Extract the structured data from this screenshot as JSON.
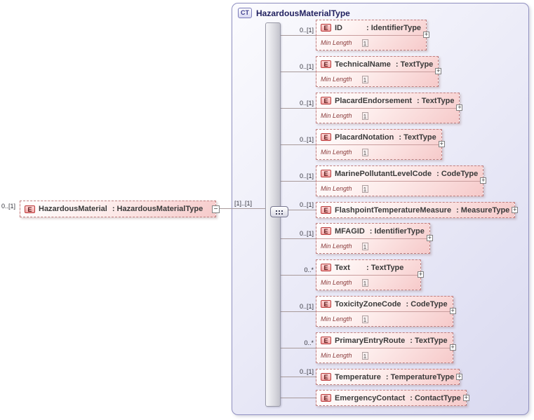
{
  "icons": {
    "expand": "+",
    "collapse": "−"
  },
  "colors": {
    "element_border": "#c08080",
    "element_fill": "#f6caca",
    "element_icon_border": "#bb3a3a",
    "container_border": "#9090c0",
    "container_fill": "#d9d9f0",
    "type_title": "#1f1f5e",
    "facet_text": "#8a3a3a"
  },
  "root_element": {
    "cardinality": "0..[1]",
    "icon": "E",
    "name": "HazardousMaterial",
    "type": "HazardousMaterialType"
  },
  "complex_type": {
    "badge": "CT",
    "title": "HazardousMaterialType",
    "sequence_cardinality": "[1]..[1]",
    "children": [
      {
        "cardinality": "0..[1]",
        "icon": "E",
        "name": "ID",
        "type": "IdentifierType",
        "facet": "Min Length",
        "facet_value": "1"
      },
      {
        "cardinality": "0..[1]",
        "icon": "E",
        "name": "TechnicalName",
        "type": "TextType",
        "facet": "Min Length",
        "facet_value": "1"
      },
      {
        "cardinality": "0..[1]",
        "icon": "E",
        "name": "PlacardEndorsement",
        "type": "TextType",
        "facet": "Min Length",
        "facet_value": "1"
      },
      {
        "cardinality": "0..[1]",
        "icon": "E",
        "name": "PlacardNotation",
        "type": "TextType",
        "facet": "Min Length",
        "facet_value": "1"
      },
      {
        "cardinality": "0..[1]",
        "icon": "E",
        "name": "MarinePollutantLevelCode",
        "type": "CodeType",
        "facet": "Min Length",
        "facet_value": "1"
      },
      {
        "cardinality": "0..[1]",
        "icon": "E",
        "name": "FlashpointTemperatureMeasure",
        "type": "MeasureType"
      },
      {
        "cardinality": "0..[1]",
        "icon": "E",
        "name": "MFAGID",
        "type": "IdentifierType",
        "facet": "Min Length",
        "facet_value": "1"
      },
      {
        "cardinality": "0..*",
        "icon": "E",
        "name": "Text",
        "type": "TextType",
        "facet": "Min Length",
        "facet_value": "1"
      },
      {
        "cardinality": "0..[1]",
        "icon": "E",
        "name": "ToxicityZoneCode",
        "type": "CodeType",
        "facet": "Min Length",
        "facet_value": "1"
      },
      {
        "cardinality": "0..*",
        "icon": "E",
        "name": "PrimaryEntryRoute",
        "type": "TextType",
        "facet": "Min Length",
        "facet_value": "1"
      },
      {
        "cardinality": "0..[1]",
        "icon": "E",
        "name": "Temperature",
        "type": "TemperatureType"
      },
      {
        "cardinality": "",
        "icon": "E",
        "name": "EmergencyContact",
        "type": "ContactType"
      }
    ]
  }
}
